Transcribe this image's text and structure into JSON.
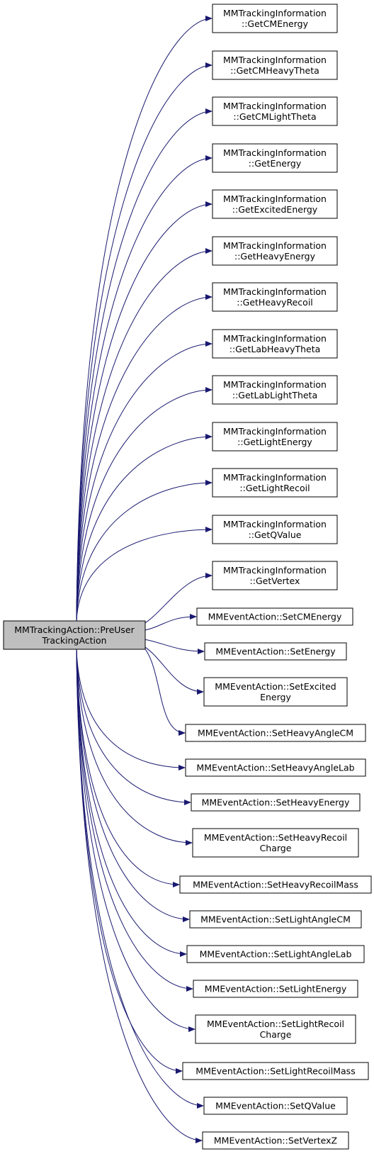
{
  "diagram": {
    "source": {
      "lines": [
        "MMTrackingAction::PreUser",
        "TrackingAction"
      ],
      "fill": "#bfbfbf"
    },
    "edge_color": "#191970",
    "targets": [
      {
        "lines": [
          "MMTrackingInformation",
          "::GetCMEnergy"
        ]
      },
      {
        "lines": [
          "MMTrackingInformation",
          "::GetCMHeavyTheta"
        ]
      },
      {
        "lines": [
          "MMTrackingInformation",
          "::GetCMLightTheta"
        ]
      },
      {
        "lines": [
          "MMTrackingInformation",
          "::GetEnergy"
        ]
      },
      {
        "lines": [
          "MMTrackingInformation",
          "::GetExcitedEnergy"
        ]
      },
      {
        "lines": [
          "MMTrackingInformation",
          "::GetHeavyEnergy"
        ]
      },
      {
        "lines": [
          "MMTrackingInformation",
          "::GetHeavyRecoil"
        ]
      },
      {
        "lines": [
          "MMTrackingInformation",
          "::GetLabHeavyTheta"
        ]
      },
      {
        "lines": [
          "MMTrackingInformation",
          "::GetLabLightTheta"
        ]
      },
      {
        "lines": [
          "MMTrackingInformation",
          "::GetLightEnergy"
        ]
      },
      {
        "lines": [
          "MMTrackingInformation",
          "::GetLightRecoil"
        ]
      },
      {
        "lines": [
          "MMTrackingInformation",
          "::GetQValue"
        ]
      },
      {
        "lines": [
          "MMTrackingInformation",
          "::GetVertex"
        ]
      },
      {
        "lines": [
          "MMEventAction::SetCMEnergy"
        ]
      },
      {
        "lines": [
          "MMEventAction::SetEnergy"
        ]
      },
      {
        "lines": [
          "MMEventAction::SetExcited",
          "Energy"
        ]
      },
      {
        "lines": [
          "MMEventAction::SetHeavyAngleCM"
        ]
      },
      {
        "lines": [
          "MMEventAction::SetHeavyAngleLab"
        ]
      },
      {
        "lines": [
          "MMEventAction::SetHeavyEnergy"
        ]
      },
      {
        "lines": [
          "MMEventAction::SetHeavyRecoil",
          "Charge"
        ]
      },
      {
        "lines": [
          "MMEventAction::SetHeavyRecoilMass"
        ]
      },
      {
        "lines": [
          "MMEventAction::SetLightAngleCM"
        ]
      },
      {
        "lines": [
          "MMEventAction::SetLightAngleLab"
        ]
      },
      {
        "lines": [
          "MMEventAction::SetLightEnergy"
        ]
      },
      {
        "lines": [
          "MMEventAction::SetLightRecoil",
          "Charge"
        ]
      },
      {
        "lines": [
          "MMEventAction::SetLightRecoilMass"
        ]
      },
      {
        "lines": [
          "MMEventAction::SetQValue"
        ]
      },
      {
        "lines": [
          "MMEventAction::SetVertexZ"
        ]
      }
    ]
  }
}
